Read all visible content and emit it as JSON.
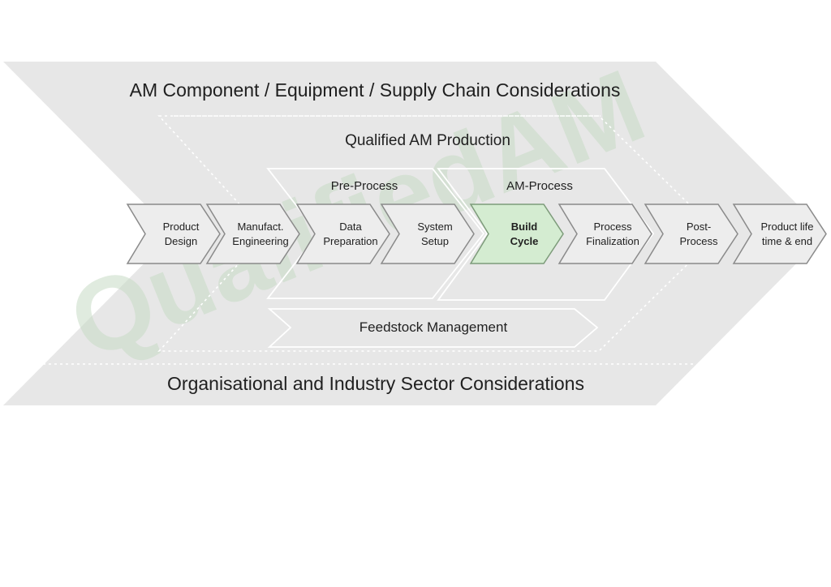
{
  "diagram": {
    "outer_title": "AM Component / Equipment / Supply Chain Considerations",
    "inner_title": "Qualified AM Production",
    "pre_process_label": "Pre-Process",
    "am_process_label": "AM-Process",
    "feedstock_label": "Feedstock Management",
    "bottom_title": "Organisational and Industry Sector Considerations",
    "watermark_text": "QualifiedAM",
    "steps": [
      {
        "line1": "Product",
        "line2": "Design",
        "highlight": false
      },
      {
        "line1": "Manufact.",
        "line2": "Engineering",
        "highlight": false
      },
      {
        "line1": "Data",
        "line2": "Preparation",
        "highlight": false
      },
      {
        "line1": "System",
        "line2": "Setup",
        "highlight": false
      },
      {
        "line1": "Build",
        "line2": "Cycle",
        "highlight": true
      },
      {
        "line1": "Process",
        "line2": "Finalization",
        "highlight": false
      },
      {
        "line1": "Post-",
        "line2": "Process",
        "highlight": false
      },
      {
        "line1": "Product life",
        "line2": "time & end",
        "highlight": false
      }
    ]
  },
  "colors": {
    "band": "#e7e7e7",
    "step_fill": "#ededed",
    "step_stroke": "#8a8a8a",
    "highlight_fill": "#d4ecd1",
    "highlight_stroke": "#7d9b7a",
    "text": "#1f1f1f",
    "watermark": "#c8dcc6"
  }
}
